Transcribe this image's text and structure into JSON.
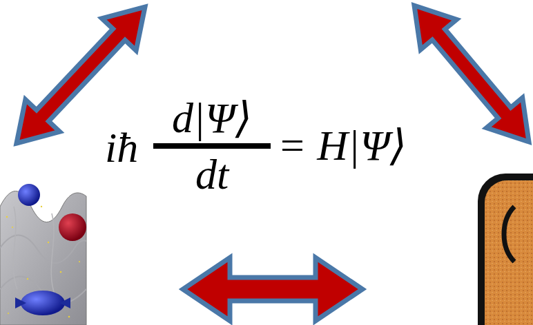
{
  "diagram": {
    "labels": [
      "iħ",
      "d|Ψ⟩",
      "dt",
      "= H|Ψ⟩"
    ]
  }
}
